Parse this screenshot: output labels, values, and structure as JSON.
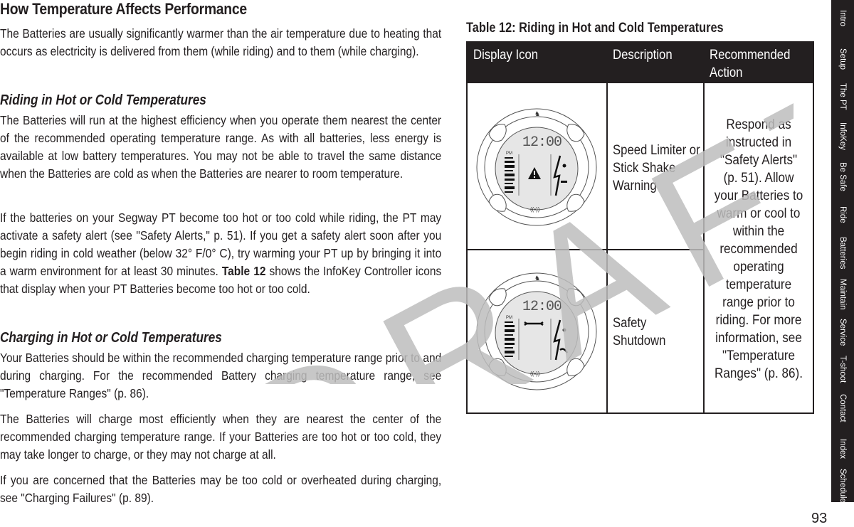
{
  "heading": "How Temperature Affects Performance",
  "intro": "The Batteries are usually significantly warmer than the air temperature due to heating that occurs as electricity is delivered from them (while riding) and to them (while charging).",
  "riding": {
    "title": "Riding in Hot or Cold Temperatures",
    "p1": "The Batteries will run at the highest efficiency when you operate them nearest the center of the recommended operating temperature range. As with all batteries, less energy is available at low battery temperatures. You may not be able to travel the same distance when the Batteries are cold as when the Batteries are nearer to room temperature.",
    "p2_before": "If the batteries on your Segway PT become too hot or too cold while riding, the PT may activate a safety alert (see \"Safety Alerts,\" p. 51). If you get a safety alert soon after you begin riding in cold weather (below 32° F/0° C), try warming your PT up by bringing it into a warm environment for at least 30 minutes. ",
    "p2_link": "Table 12",
    "p2_after": " shows the InfoKey Controller icons that display when your PT Batteries become too hot or too cold."
  },
  "charging": {
    "title": "Charging in Hot or Cold Temperatures",
    "p1": "Your Batteries should be within the recommended charging temperature range prior to and during charging. For the recommended Battery charging temperature range, see \"Temperature Ranges\" (p. 86).",
    "p2": "The Batteries will charge most efficiently when they are nearest the center of the recommended charging temperature range. If your Batteries are too hot or too cold, they may take longer to charge, or they may not charge at all.",
    "p3": "If you are concerned that the Batteries may be too cold or overheated during charging, see \"Charging Failures\" (p. 89)."
  },
  "table": {
    "title": "Table 12:  Riding in Hot and Cold Temperatures",
    "headers": [
      "Display Icon",
      "Description",
      "Recommended Action"
    ],
    "rows": [
      {
        "icon": "infokey-warning-display",
        "display_time": "12:00",
        "display_ampm": "PM",
        "description": "Speed Limiter or Stick Shake Warning"
      },
      {
        "icon": "infokey-wrench-display",
        "display_time": "12:00",
        "display_ampm": "PM",
        "description": "Safety Shutdown"
      }
    ],
    "action": "Respond as instructed in \"Safety Alerts\" (p. 51). Allow your Batteries to warm or cool to within the recommended operating temperature range prior to riding. For more information, see \"Temperature Ranges\" (p. 86)."
  },
  "sidebar": {
    "tabs": [
      "Intro",
      "Setup",
      "The PT",
      "InfoKey",
      "Be Safe",
      "Ride",
      "Batteries",
      "Maintain",
      "Service",
      "T-shoot",
      "Contact",
      "Index",
      "Schedule"
    ]
  },
  "watermark": "DRAFT",
  "page_number": "93",
  "colors": {
    "ink": "#231f20",
    "watermark": "#bdbdbd",
    "lcd": "#e6e6e6"
  }
}
